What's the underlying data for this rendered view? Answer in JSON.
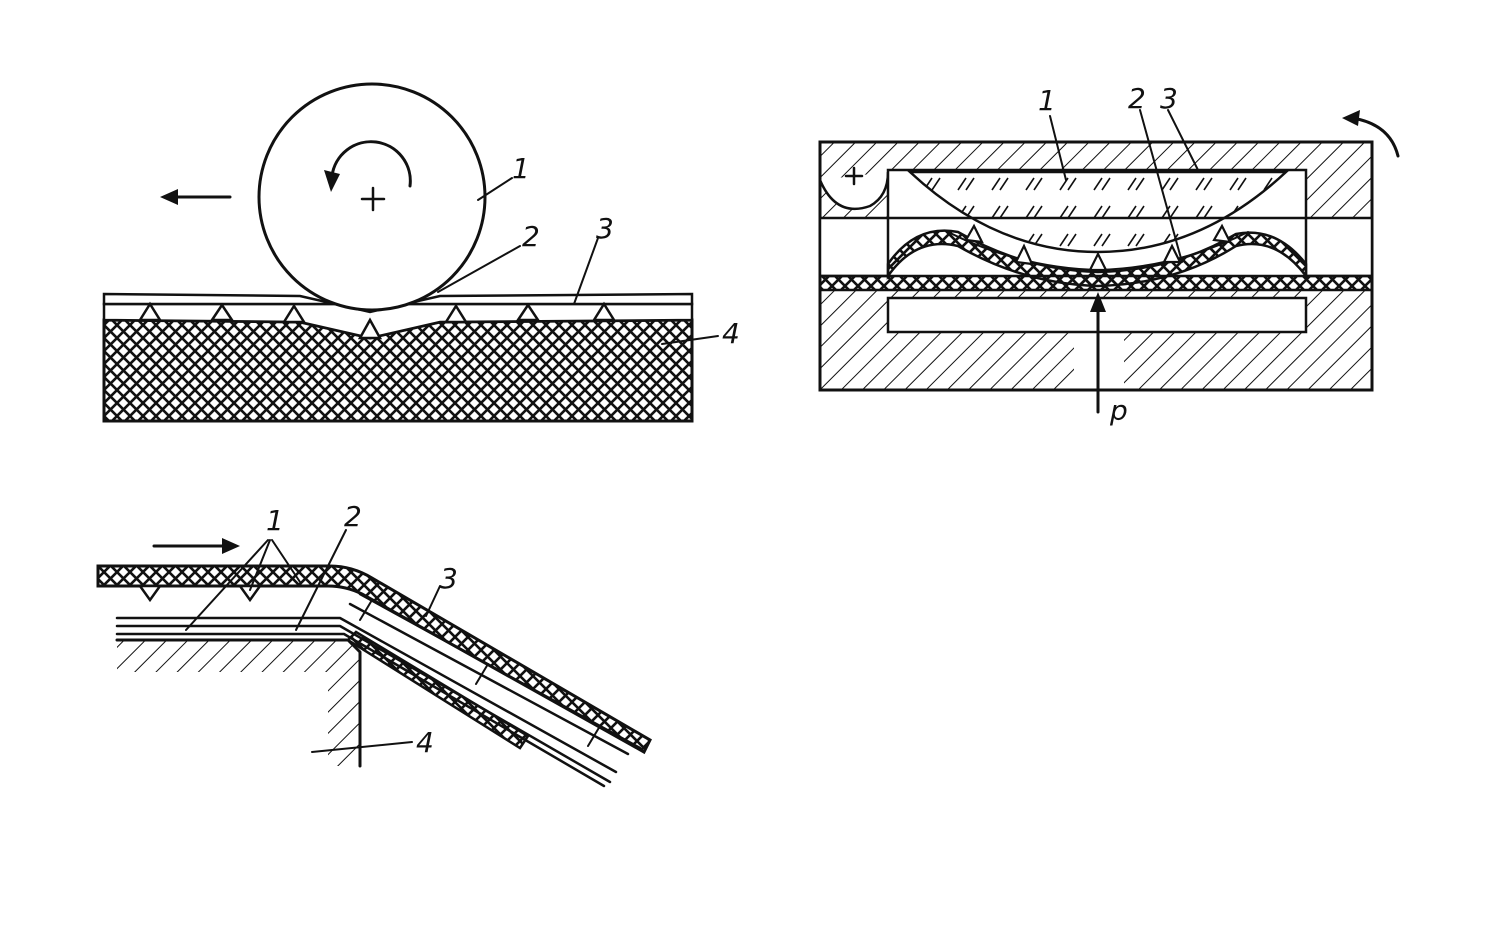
{
  "colors": {
    "ink": "#111111",
    "paper": "#ffffff"
  },
  "figure_a": {
    "labels": {
      "l1": "1",
      "l2": "2",
      "l3": "3",
      "l4": "4"
    }
  },
  "figure_b": {
    "labels": {
      "l1": "1",
      "l2": "2",
      "l3": "3",
      "l4": "4"
    }
  },
  "figure_c": {
    "labels": {
      "l1": "1",
      "l2": "2",
      "l3": "3",
      "p": "p"
    }
  }
}
